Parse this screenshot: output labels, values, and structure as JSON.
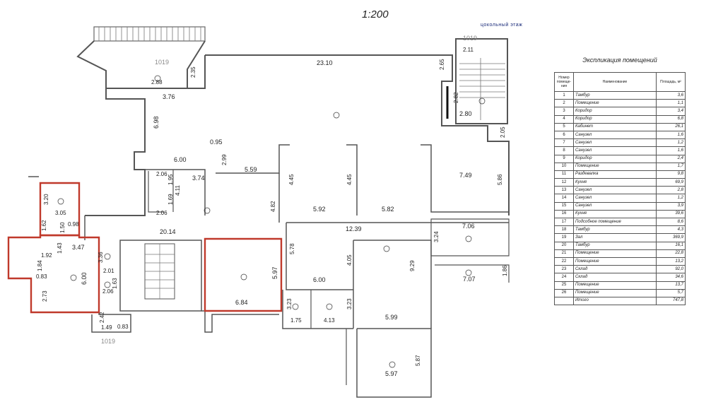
{
  "header": {
    "scale": "1:200",
    "floor": "цокольный этаж"
  },
  "codes": [
    "1019",
    "1019",
    "1019"
  ],
  "dimensions": [
    "23.10",
    "2.11",
    "2.65",
    "2.35",
    "2.88",
    "3.76",
    "6.98",
    "0.95",
    "6.00",
    "2.99",
    "5.59",
    "3.74",
    "2.82",
    "2.80",
    "2.05",
    "7.49",
    "5.86",
    "4.45",
    "4.45",
    "5.92",
    "5.82",
    "4.82",
    "2.06",
    "4.11",
    "1.95",
    "1.69",
    "2.06",
    "3.20",
    "3.05",
    "1.62",
    "1.50",
    "0.98",
    "20.14",
    "12.39",
    "7.06",
    "3.24",
    "3.47",
    "1.43",
    "1.92",
    "1.84",
    "0.83",
    "6.00",
    "2.73",
    "3.36",
    "2.01",
    "2.06",
    "1.63",
    "2.42",
    "1.49",
    "0.83",
    "5.97",
    "6.84",
    "5.78",
    "4.05",
    "9.29",
    "7.07",
    "1.86",
    "6.00",
    "3.23",
    "3.23",
    "1.75",
    "4.13",
    "5.99",
    "5.87",
    "5.97"
  ],
  "legend": {
    "title": "Экспликация помещений",
    "headers": [
      "Номер помеще-ния",
      "Наименование",
      "Площадь, м²"
    ],
    "rows": [
      [
        "1",
        "Тамбур",
        "3,6"
      ],
      [
        "2",
        "Помещение",
        "1,1"
      ],
      [
        "3",
        "Коридор",
        "3,4"
      ],
      [
        "4",
        "Коридор",
        "6,8"
      ],
      [
        "5",
        "Кабинет",
        "26,1"
      ],
      [
        "6",
        "Санузел",
        "1,6"
      ],
      [
        "7",
        "Санузел",
        "1,2"
      ],
      [
        "8",
        "Санузел",
        "1,6"
      ],
      [
        "9",
        "Коридор",
        "2,4"
      ],
      [
        "10",
        "Помещение",
        "1,7"
      ],
      [
        "11",
        "Раздевалка",
        "9,8"
      ],
      [
        "12",
        "Кухня",
        "69,9"
      ],
      [
        "13",
        "Санузел",
        "2,8"
      ],
      [
        "14",
        "Санузел",
        "1,2"
      ],
      [
        "15",
        "Санузел",
        "3,9"
      ],
      [
        "16",
        "Кухня",
        "39,6"
      ],
      [
        "17",
        "Подсобное помещение",
        "8,6"
      ],
      [
        "18",
        "Тамбур",
        "4,3"
      ],
      [
        "19",
        "Зал",
        "369,9"
      ],
      [
        "20",
        "Тамбур",
        "16,1"
      ],
      [
        "21",
        "Помещение",
        "22,8"
      ],
      [
        "22",
        "Помещение",
        "13,2"
      ],
      [
        "23",
        "Склад",
        "92,0"
      ],
      [
        "24",
        "Склад",
        "34,6"
      ],
      [
        "25",
        "Помещение",
        "13,7"
      ],
      [
        "26",
        "Помещение",
        "5,7"
      ],
      [
        "",
        "Итого",
        "747,8"
      ]
    ]
  }
}
